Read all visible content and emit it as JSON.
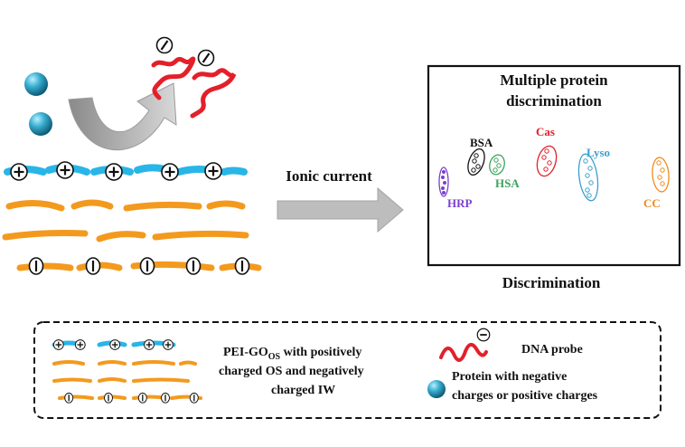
{
  "arrow_label": "Ionic current",
  "panel": {
    "title_line1": "Multiple protein",
    "title_line2": "discrimination",
    "caption": "Discrimination",
    "clusters": [
      {
        "label": "BSA",
        "color": "#111111"
      },
      {
        "label": "HSA",
        "color": "#3aa35a"
      },
      {
        "label": "Cas",
        "color": "#e0202a"
      },
      {
        "label": "Lyso",
        "color": "#3aa0cc"
      },
      {
        "label": "HRP",
        "color": "#7a3fd0"
      },
      {
        "label": "CC",
        "color": "#f08a1e"
      }
    ]
  },
  "legend": {
    "pei_line1": "PEI-GO",
    "pei_sub": "OS",
    "pei_line1_rest": " with  positively",
    "pei_line2": "charged OS and negatively",
    "pei_line3": "charged IW",
    "dna_label": "DNA probe",
    "protein_line1": "Protein with negative",
    "protein_line2": "charges or positive charges"
  },
  "colors": {
    "blue_sheet": "#29b5e8",
    "orange_sheet": "#f39a1e",
    "dna": "#e3202a",
    "protein": "#2a9ab8",
    "arrow_gray": "#a9a9a9"
  }
}
